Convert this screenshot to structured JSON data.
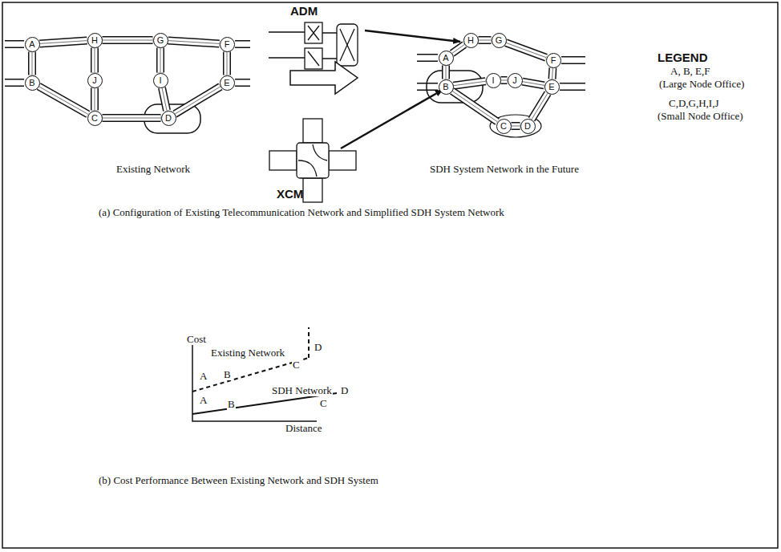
{
  "diagram": {
    "nodes": [
      {
        "text": [
          "A"
        ]
      },
      {
        "text": [
          "H"
        ]
      },
      {
        "text": [
          "G"
        ]
      },
      {
        "text": [
          "F"
        ]
      },
      {
        "text": [
          "B"
        ]
      },
      {
        "text": [
          "J"
        ]
      },
      {
        "text": [
          "I"
        ]
      },
      {
        "text": [
          "E"
        ]
      },
      {
        "text": [
          "C"
        ]
      },
      {
        "text": [
          "D"
        ]
      },
      {
        "text": [
          "A"
        ]
      },
      {
        "text": [
          "H"
        ]
      },
      {
        "text": [
          "G"
        ]
      },
      {
        "text": [
          "F"
        ]
      },
      {
        "text": [
          "B"
        ]
      },
      {
        "text": [
          "I"
        ]
      },
      {
        "text": [
          "J"
        ]
      },
      {
        "text": [
          "E"
        ]
      },
      {
        "text": [
          "C"
        ]
      },
      {
        "text": [
          "D"
        ]
      }
    ],
    "edges": [
      {
        "from": 0,
        "to": 1,
        "arrow": "none"
      },
      {
        "from": 1,
        "to": 2,
        "arrow": "none"
      },
      {
        "from": 2,
        "to": 3,
        "arrow": "none"
      },
      {
        "from": 0,
        "to": 4,
        "arrow": "none"
      },
      {
        "from": 1,
        "to": 5,
        "arrow": "none"
      },
      {
        "from": 2,
        "to": 6,
        "arrow": "none"
      },
      {
        "from": 3,
        "to": 7,
        "arrow": "none"
      },
      {
        "from": 4,
        "to": 8,
        "arrow": "none"
      },
      {
        "from": 5,
        "to": 8,
        "arrow": "none"
      },
      {
        "from": 6,
        "to": 9,
        "arrow": "none"
      },
      {
        "from": 8,
        "to": 9,
        "arrow": "none"
      },
      {
        "from": 9,
        "to": 7,
        "arrow": "none"
      },
      {
        "from": 10,
        "to": 11,
        "arrow": "none"
      },
      {
        "from": 11,
        "to": 12,
        "arrow": "none"
      },
      {
        "from": 12,
        "to": 13,
        "arrow": "none"
      },
      {
        "from": 10,
        "to": 14,
        "arrow": "none"
      },
      {
        "from": 14,
        "to": 15,
        "arrow": "none"
      },
      {
        "from": 15,
        "to": 16,
        "arrow": "none"
      },
      {
        "from": 16,
        "to": 17,
        "arrow": "none"
      },
      {
        "from": 13,
        "to": 17,
        "arrow": "none"
      },
      {
        "from": 14,
        "to": 18,
        "arrow": "none"
      },
      {
        "from": 18,
        "to": 19,
        "arrow": "none"
      },
      {
        "from": 19,
        "to": 17,
        "arrow": "none"
      }
    ],
    "labels": [
      "ADM",
      "XCM",
      "LEGEND",
      "A, B, E,F",
      "(Large Node Office)",
      "C,D,G,H,I,J",
      "(Small Node Office)",
      "Existing Network",
      "SDH System Network in the Future",
      "(a) Configuration of Existing Telecommunication Network and Simplified SDH System Network",
      "Cost",
      "Existing Network",
      "SDH Network",
      "A",
      "B",
      "C",
      "D",
      "A",
      "B",
      "C",
      "D",
      "Distance",
      "(b) Cost Performance Between Existing Network and SDH System"
    ]
  }
}
